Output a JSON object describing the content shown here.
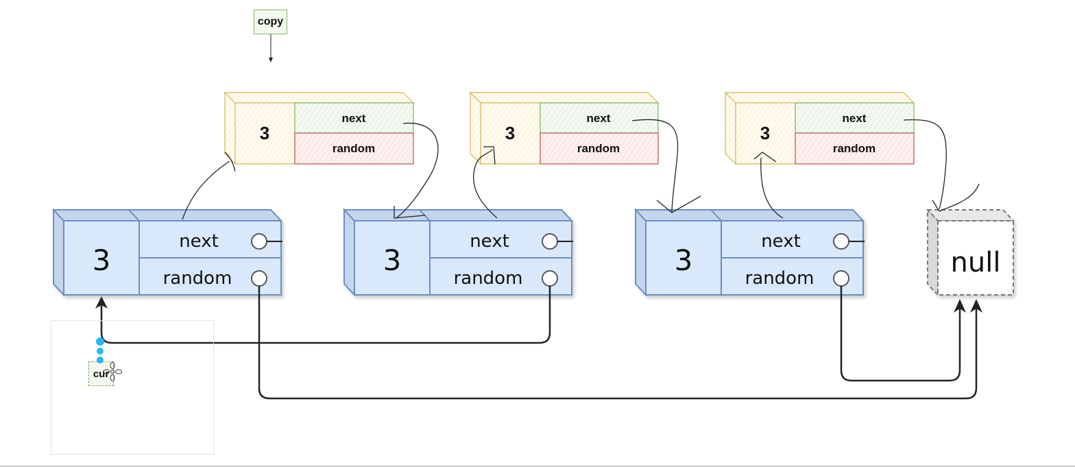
{
  "copy_label": "copy",
  "cur_label": "cur",
  "copy_nodes": [
    {
      "value": "3",
      "next_label": "next",
      "random_label": "random"
    },
    {
      "value": "3",
      "next_label": "next",
      "random_label": "random"
    },
    {
      "value": "3",
      "next_label": "next",
      "random_label": "random"
    }
  ],
  "orig_nodes": [
    {
      "value": "3",
      "next_label": "next",
      "random_label": "random"
    },
    {
      "value": "3",
      "next_label": "next",
      "random_label": "random"
    },
    {
      "value": "3",
      "next_label": "next",
      "random_label": "random"
    }
  ],
  "null_label": "null",
  "colors": {
    "orig_fill": "#dae8fc",
    "orig_stroke": "#6c8ebf",
    "copy_value_fill": "#fff2cc",
    "copy_stroke": "#d6b656",
    "next_fill": "#d5e8d4",
    "next_stroke": "#82b366",
    "random_fill": "#f8cecc",
    "random_stroke": "#b85450",
    "selection": "#29b6f6"
  }
}
